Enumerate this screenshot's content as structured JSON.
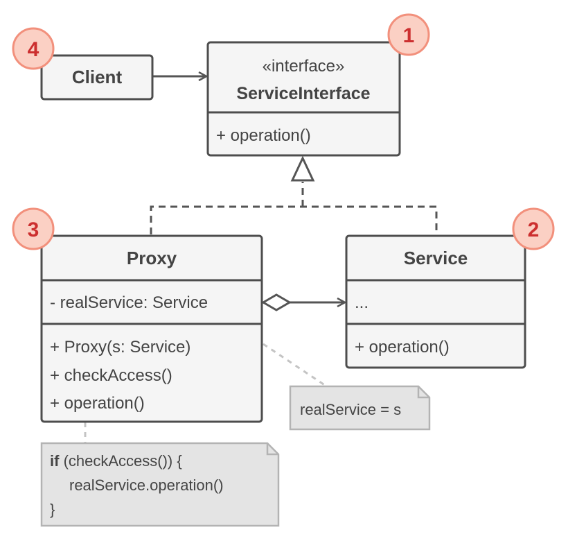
{
  "colors": {
    "box_fill": "#f5f5f5",
    "box_stroke": "#4d4d4d",
    "text": "#444444",
    "connector": "#555555",
    "note_fill": "#e4e4e4",
    "note_stroke": "#b3b3b3",
    "badge_fill": "#fbd0c4",
    "badge_stroke": "#f2907c",
    "badge_text": "#cc2f2f"
  },
  "client": {
    "name": "Client"
  },
  "service_interface": {
    "stereotype": "«interface»",
    "name": "ServiceInterface",
    "methods": [
      "+ operation()"
    ]
  },
  "proxy": {
    "name": "Proxy",
    "fields": [
      "- realService: Service"
    ],
    "methods": [
      "+ Proxy(s: Service)",
      "+ checkAccess()",
      "+ operation()"
    ]
  },
  "service": {
    "name": "Service",
    "fields": [
      "..."
    ],
    "methods": [
      "+ operation()"
    ]
  },
  "notes": {
    "constructor_note": "realService = s",
    "operation_note": {
      "line1_keyword": "if",
      "line1_rest": " (checkAccess()) {",
      "line2": "realService.operation()",
      "line3": "}"
    }
  },
  "badges": {
    "service_interface": "1",
    "service": "2",
    "proxy": "3",
    "client": "4"
  }
}
